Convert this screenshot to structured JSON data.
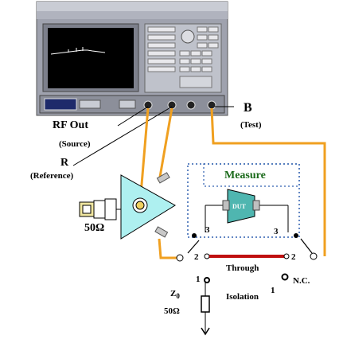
{
  "labels": {
    "rf_out": "RF Out",
    "source": "(Source)",
    "r": "R",
    "reference": "(Reference)",
    "b": "B",
    "test": "(Test)",
    "fifty_ohm_left": "50Ω",
    "measure": "Measure",
    "dut": "DUT",
    "port3_left": "3",
    "port3_right": "3",
    "port2_left": "2",
    "port2_right": "2",
    "through": "Through",
    "port1_left": "1",
    "port1_right": "1",
    "nc": "N.C.",
    "z0": "Z",
    "z0_sub": "0",
    "isolation": "Isolation",
    "fifty_ohm_bottom": "50Ω"
  },
  "colors": {
    "cable_orange": "#f0a020",
    "splitter_cyan": "#aef0f0",
    "dut_teal": "#4fb6b0",
    "through_red": "#c01010",
    "dotted_blue": "#3060b0",
    "instrument_grey": "#9fa2ae"
  }
}
